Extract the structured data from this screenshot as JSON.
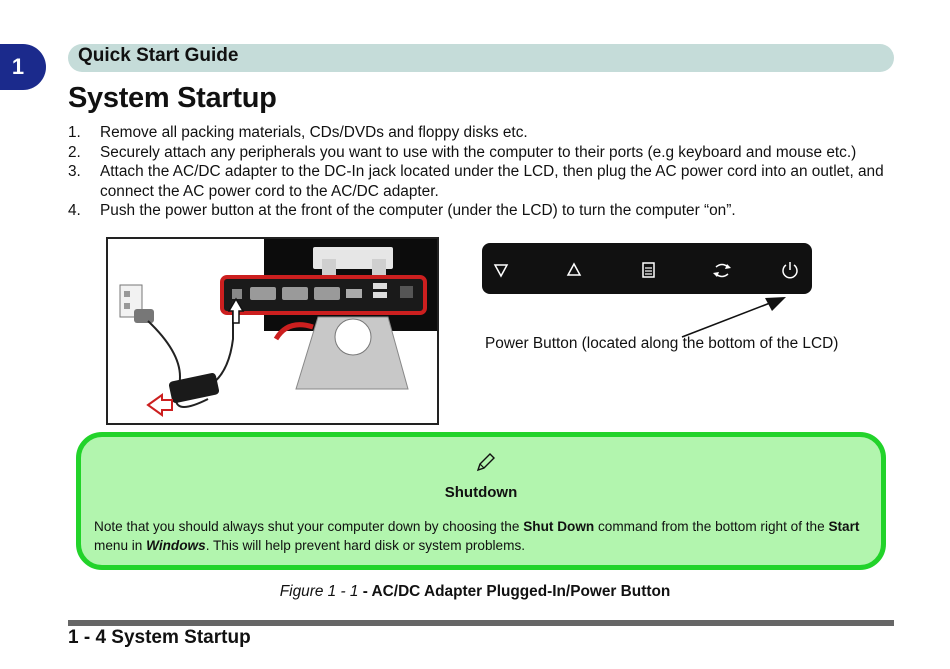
{
  "chapter": {
    "number": "1"
  },
  "header": {
    "title": "Quick Start Guide"
  },
  "page": {
    "title": "System Startup"
  },
  "steps": [
    {
      "num": "1.",
      "text": "Remove all packing materials, CDs/DVDs and floppy disks etc."
    },
    {
      "num": "2.",
      "text": "Securely attach any peripherals you want to use with the computer to their ports (e.g keyboard and mouse etc.)"
    },
    {
      "num": "3.",
      "text": "Attach the AC/DC adapter to the DC-In jack located under the LCD, then plug the AC power cord into an outlet, and connect the AC power cord to the AC/DC adapter."
    },
    {
      "num": "4.",
      "text": "Push the power button at the front of the computer (under the LCD) to turn the computer “on”."
    }
  ],
  "power_panel": {
    "caption": "Power Button (located along the bottom of the LCD)",
    "icons": [
      "down-triangle-icon",
      "up-triangle-icon",
      "menu-icon",
      "refresh-icon",
      "power-icon"
    ]
  },
  "note": {
    "icon": "pencil-icon",
    "title": "Shutdown",
    "text_1": "Note that you should always shut your computer down by choosing the ",
    "bold_1": "Shut Down",
    "text_2": " command from the bottom right of the ",
    "bold_2": "Start",
    "text_3": " menu in ",
    "bold_italic": "Windows",
    "text_4": ". This will help prevent hard disk or system problems."
  },
  "figure": {
    "label": "Figure 1 - 1",
    "title": " - AC/DC Adapter Plugged-In/Power Button"
  },
  "footer": {
    "text": "1 - 4 System Startup"
  },
  "colors": {
    "chapter_tab": "#1b2a8c",
    "header_bar": "#c5dcd9",
    "note_fill": "#b2f5ae",
    "note_border": "#22d32a",
    "highlight_red": "#cc1f1f"
  }
}
